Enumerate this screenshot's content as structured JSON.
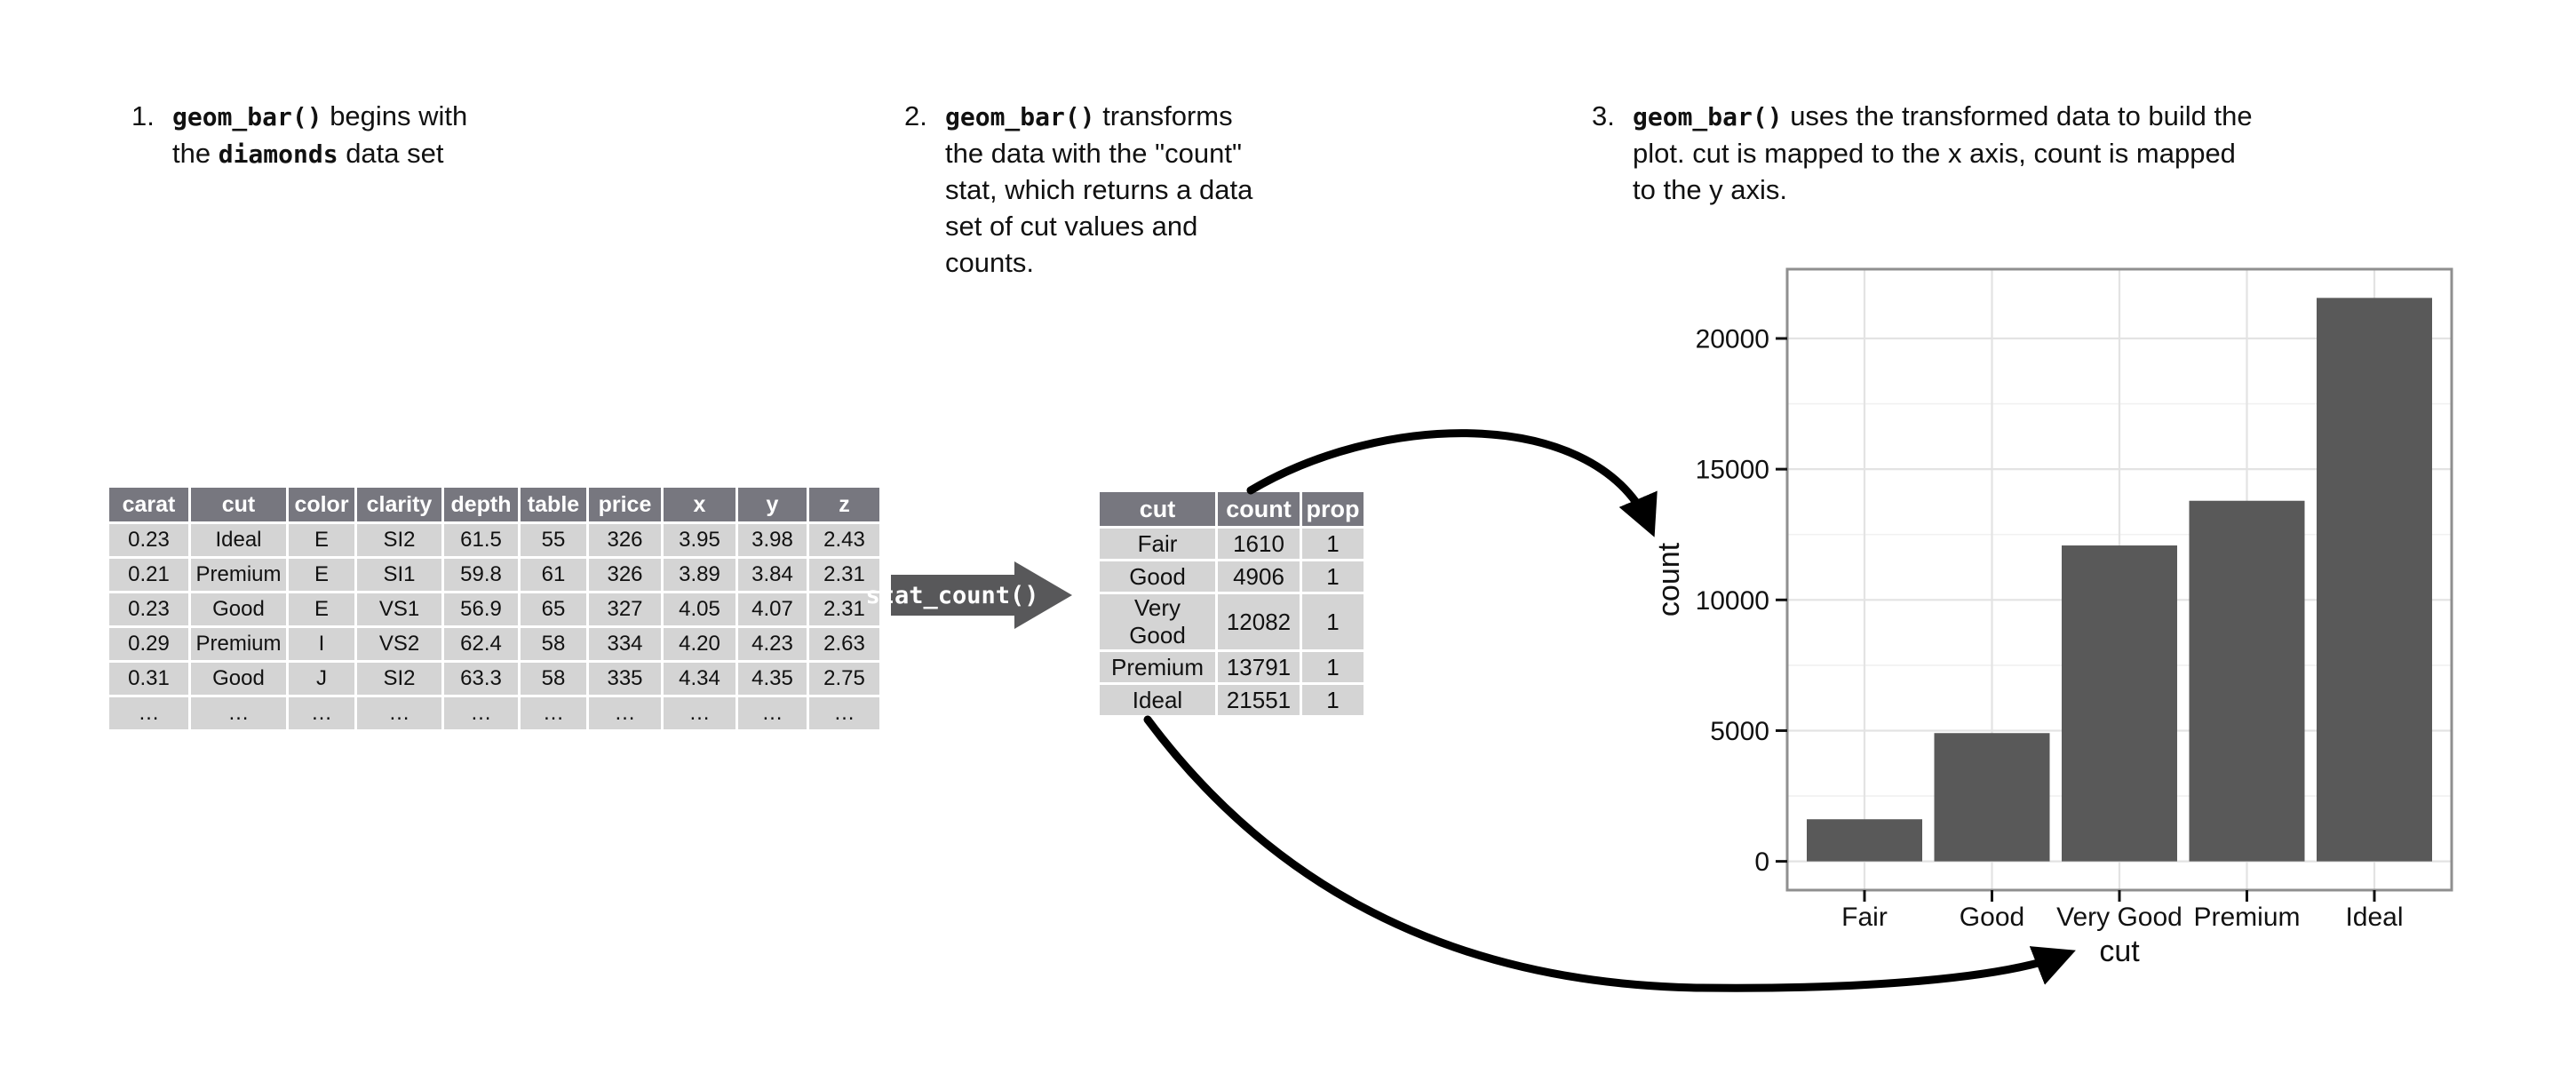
{
  "steps": [
    {
      "number": "1.",
      "lines": [
        [
          {
            "code": true,
            "t": "geom_bar()"
          },
          {
            "code": false,
            "t": " begins with"
          }
        ],
        [
          {
            "code": false,
            "t": "the "
          },
          {
            "code": true,
            "t": "diamonds"
          },
          {
            "code": false,
            "t": " data set"
          }
        ]
      ]
    },
    {
      "number": "2.",
      "lines": [
        [
          {
            "code": true,
            "t": "geom_bar()"
          },
          {
            "code": false,
            "t": " transforms"
          }
        ],
        [
          {
            "code": false,
            "t": "the data with the \"count\""
          }
        ],
        [
          {
            "code": false,
            "t": "stat, which returns a data"
          }
        ],
        [
          {
            "code": false,
            "t": "set of cut values and"
          }
        ],
        [
          {
            "code": false,
            "t": "counts."
          }
        ]
      ]
    },
    {
      "number": "3.",
      "lines": [
        [
          {
            "code": true,
            "t": "geom_bar()"
          },
          {
            "code": false,
            "t": " uses the transformed data to build the"
          }
        ],
        [
          {
            "code": false,
            "t": "plot. cut is mapped to the x axis, count is mapped"
          }
        ],
        [
          {
            "code": false,
            "t": "to the y axis."
          }
        ]
      ]
    }
  ],
  "diamonds_table": {
    "columns": [
      "carat",
      "cut",
      "color",
      "clarity",
      "depth",
      "table",
      "price",
      "x",
      "y",
      "z"
    ],
    "rows": [
      [
        "0.23",
        "Ideal",
        "E",
        "SI2",
        "61.5",
        "55",
        "326",
        "3.95",
        "3.98",
        "2.43"
      ],
      [
        "0.21",
        "Premium",
        "E",
        "SI1",
        "59.8",
        "61",
        "326",
        "3.89",
        "3.84",
        "2.31"
      ],
      [
        "0.23",
        "Good",
        "E",
        "VS1",
        "56.9",
        "65",
        "327",
        "4.05",
        "4.07",
        "2.31"
      ],
      [
        "0.29",
        "Premium",
        "I",
        "VS2",
        "62.4",
        "58",
        "334",
        "4.20",
        "4.23",
        "2.63"
      ],
      [
        "0.31",
        "Good",
        "J",
        "SI2",
        "63.3",
        "58",
        "335",
        "4.34",
        "4.35",
        "2.75"
      ]
    ],
    "ellipsis_row": [
      "…",
      "…",
      "…",
      "…",
      "…",
      "…",
      "…",
      "…",
      "…",
      "…"
    ]
  },
  "transform": {
    "label": "stat_count()"
  },
  "counts_table": {
    "columns": [
      "cut",
      "count",
      "prop"
    ],
    "rows": [
      [
        "Fair",
        "1610",
        "1"
      ],
      [
        "Good",
        "4906",
        "1"
      ],
      [
        "Very Good",
        "12082",
        "1"
      ],
      [
        "Premium",
        "13791",
        "1"
      ],
      [
        "Ideal",
        "21551",
        "1"
      ]
    ]
  },
  "chart_data": {
    "type": "bar",
    "title": "",
    "categories": [
      "Fair",
      "Good",
      "Very Good",
      "Premium",
      "Ideal"
    ],
    "values": [
      1610,
      4906,
      12082,
      13791,
      21551
    ],
    "xlabel": "cut",
    "ylabel": "count",
    "yticks": [
      0,
      5000,
      10000,
      15000,
      20000
    ],
    "ytick_labels": [
      "0",
      "5000",
      "10000",
      "15000",
      "20000"
    ],
    "ylim": [
      -1100,
      22650
    ],
    "grid": "horizontal major+minor, vertical major at categories",
    "legend": "none",
    "bar_color": "#595959"
  },
  "colors": {
    "table_header_bg": "#77777f",
    "table_row_bg": "#d4d4d4",
    "transform_arrow_bg": "#58585a",
    "bar": "#595959",
    "panel_border": "#8f8f8f",
    "grid_major": "#e3e3e3",
    "grid_minor": "#f1f1f1",
    "tick": "#111111",
    "annotation_arrow": "#000000"
  }
}
